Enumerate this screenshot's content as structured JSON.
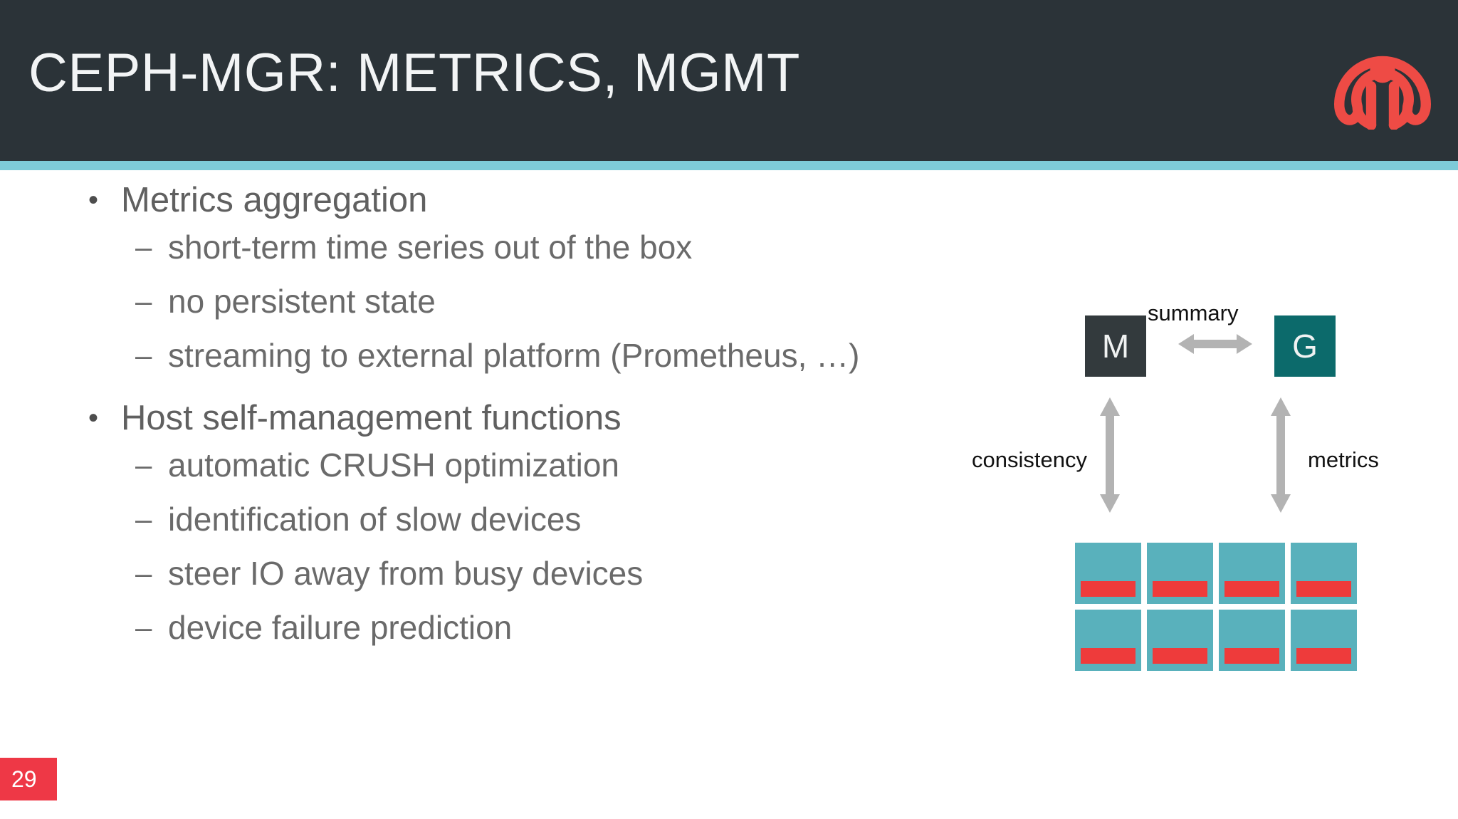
{
  "slide": {
    "title": "CEPH-MGR: METRICS, MGMT",
    "page_number": "29",
    "logo_name": "ceph-logo",
    "colors": {
      "header_bg": "#2b3338",
      "accent_bar": "#7ecbd8",
      "logo_red": "#ee4b45",
      "badge_red": "#ee3846",
      "body_text": "#606060",
      "node_m_bg": "#333a3d",
      "node_g_bg": "#0c6a6b",
      "osd_teal": "#59b1bc",
      "osd_bar_red": "#ee3b3b",
      "arrow_gray": "#b3b3b3"
    }
  },
  "content": {
    "bullets": [
      {
        "level": 1,
        "marker": "•",
        "text": "Metrics aggregation"
      },
      {
        "level": 2,
        "marker": "–",
        "text": "short-term time series out of the box"
      },
      {
        "level": 2,
        "marker": "–",
        "text": "no persistent state"
      },
      {
        "level": 2,
        "marker": "–",
        "text": "streaming to external platform (Prometheus, …)"
      },
      {
        "level": 1,
        "marker": "•",
        "text": "Host self-management functions"
      },
      {
        "level": 2,
        "marker": "–",
        "text": "automatic CRUSH optimization"
      },
      {
        "level": 2,
        "marker": "–",
        "text": "identification of slow devices"
      },
      {
        "level": 2,
        "marker": "–",
        "text": "steer IO away from busy devices"
      },
      {
        "level": 2,
        "marker": "–",
        "text": "device failure prediction"
      }
    ]
  },
  "diagram": {
    "nodes": [
      {
        "id": "m",
        "label": "M"
      },
      {
        "id": "g",
        "label": "G"
      }
    ],
    "edge_labels": {
      "summary": "summary",
      "consistency": "consistency",
      "metrics": "metrics"
    },
    "osd_grid": {
      "rows": 2,
      "columns": 4,
      "cells": [
        {
          "id": "osd-1"
        },
        {
          "id": "osd-2"
        },
        {
          "id": "osd-3"
        },
        {
          "id": "osd-4"
        },
        {
          "id": "osd-5"
        },
        {
          "id": "osd-6"
        },
        {
          "id": "osd-7"
        },
        {
          "id": "osd-8"
        }
      ]
    }
  }
}
